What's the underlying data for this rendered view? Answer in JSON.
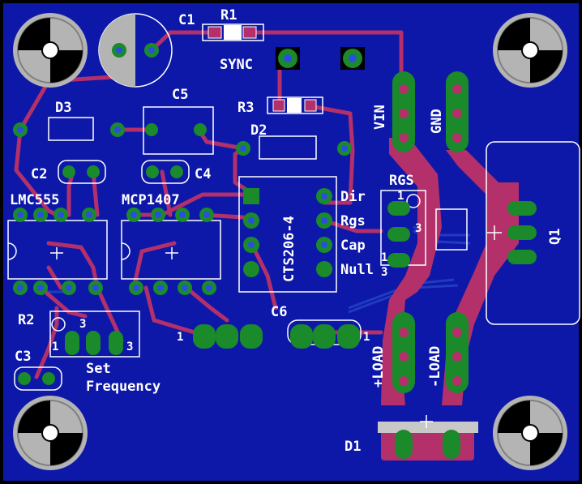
{
  "board": {
    "background": "#0d18a8",
    "top_copper": "#b3306a",
    "bottom_copper": "#162fa6",
    "pad": "#1a8a2a",
    "silk": "#ffffff",
    "mount_hole": "#b4b4b4"
  },
  "labels": {
    "c1": "C1",
    "r1": "R1",
    "sync": "SYNC",
    "r3": "R3",
    "d3": "D3",
    "c5": "C5",
    "d2": "D2",
    "c2": "C2",
    "c4": "C4",
    "lmc555": "LMC555",
    "mcp1407": "MCP1407",
    "cts": "CTS206-4",
    "dir": "Dir",
    "rgs": "Rgs",
    "cap": "Cap",
    "null": "Null",
    "rgs_trim": "RGS",
    "vin": "VIN",
    "gnd": "GND",
    "q1": "Q1",
    "r2": "R2",
    "c3": "C3",
    "c6": "C6",
    "set": "Set",
    "frequency": "Frequency",
    "plus_load": "+LOAD",
    "minus_load": "-LOAD",
    "d1": "D1",
    "pin_1a": "1",
    "pin_3a": "3",
    "pin_1b": "1",
    "pin_3b": "3",
    "pin_1c": "1",
    "pin_3c": "3",
    "pin_1d": "1",
    "pin_1e": "1",
    "pin_3e": "3"
  }
}
